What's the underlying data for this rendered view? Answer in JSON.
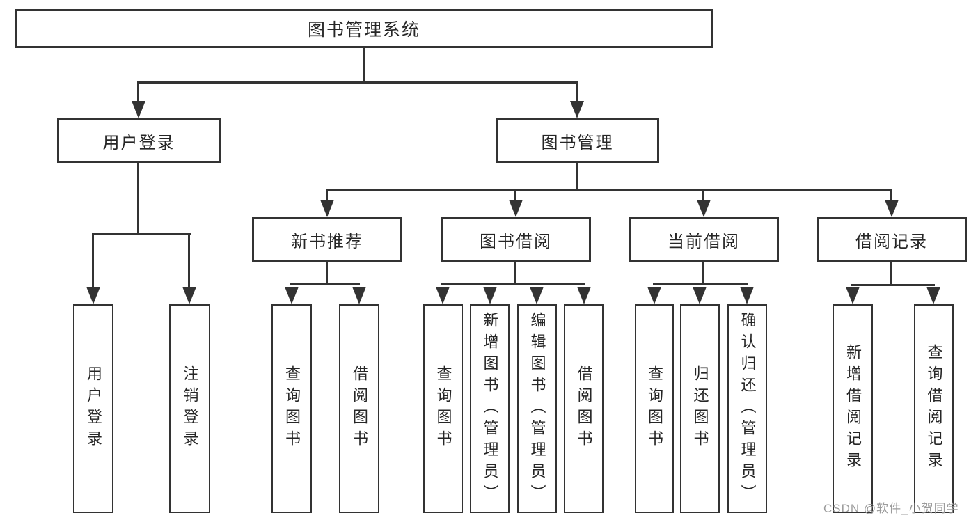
{
  "nodes": {
    "root": "图书管理系统",
    "user_login": "用户登录",
    "book_mgmt": "图书管理",
    "new_book_rec": "新书推荐",
    "book_borrow": "图书借阅",
    "current_borrow": "当前借阅",
    "borrow_record": "借阅记录",
    "leaf_user_login": "用户登录",
    "leaf_logout": "注销登录",
    "leaf_query_book_a": "查询图书",
    "leaf_borrow_book_a": "借阅图书",
    "leaf_query_book_b": "查询图书",
    "leaf_add_book_admin": "新增图书（管理员）",
    "leaf_edit_book_admin": "编辑图书（管理员）",
    "leaf_borrow_book_b": "借阅图书",
    "leaf_query_book_c": "查询图书",
    "leaf_return_book": "归还图书",
    "leaf_confirm_return_admin": "确认归还（管理员）",
    "leaf_add_borrow_record": "新增借阅记录",
    "leaf_query_borrow_record": "查询借阅记录"
  },
  "watermark": {
    "text": "CSDN @软件_小贺同学"
  },
  "colors": {
    "line": "#333333",
    "box_border": "#333333",
    "box_fill": "#ffffff",
    "text": "#262626",
    "watermark": "#9c9c9c",
    "background": "#ffffff"
  }
}
